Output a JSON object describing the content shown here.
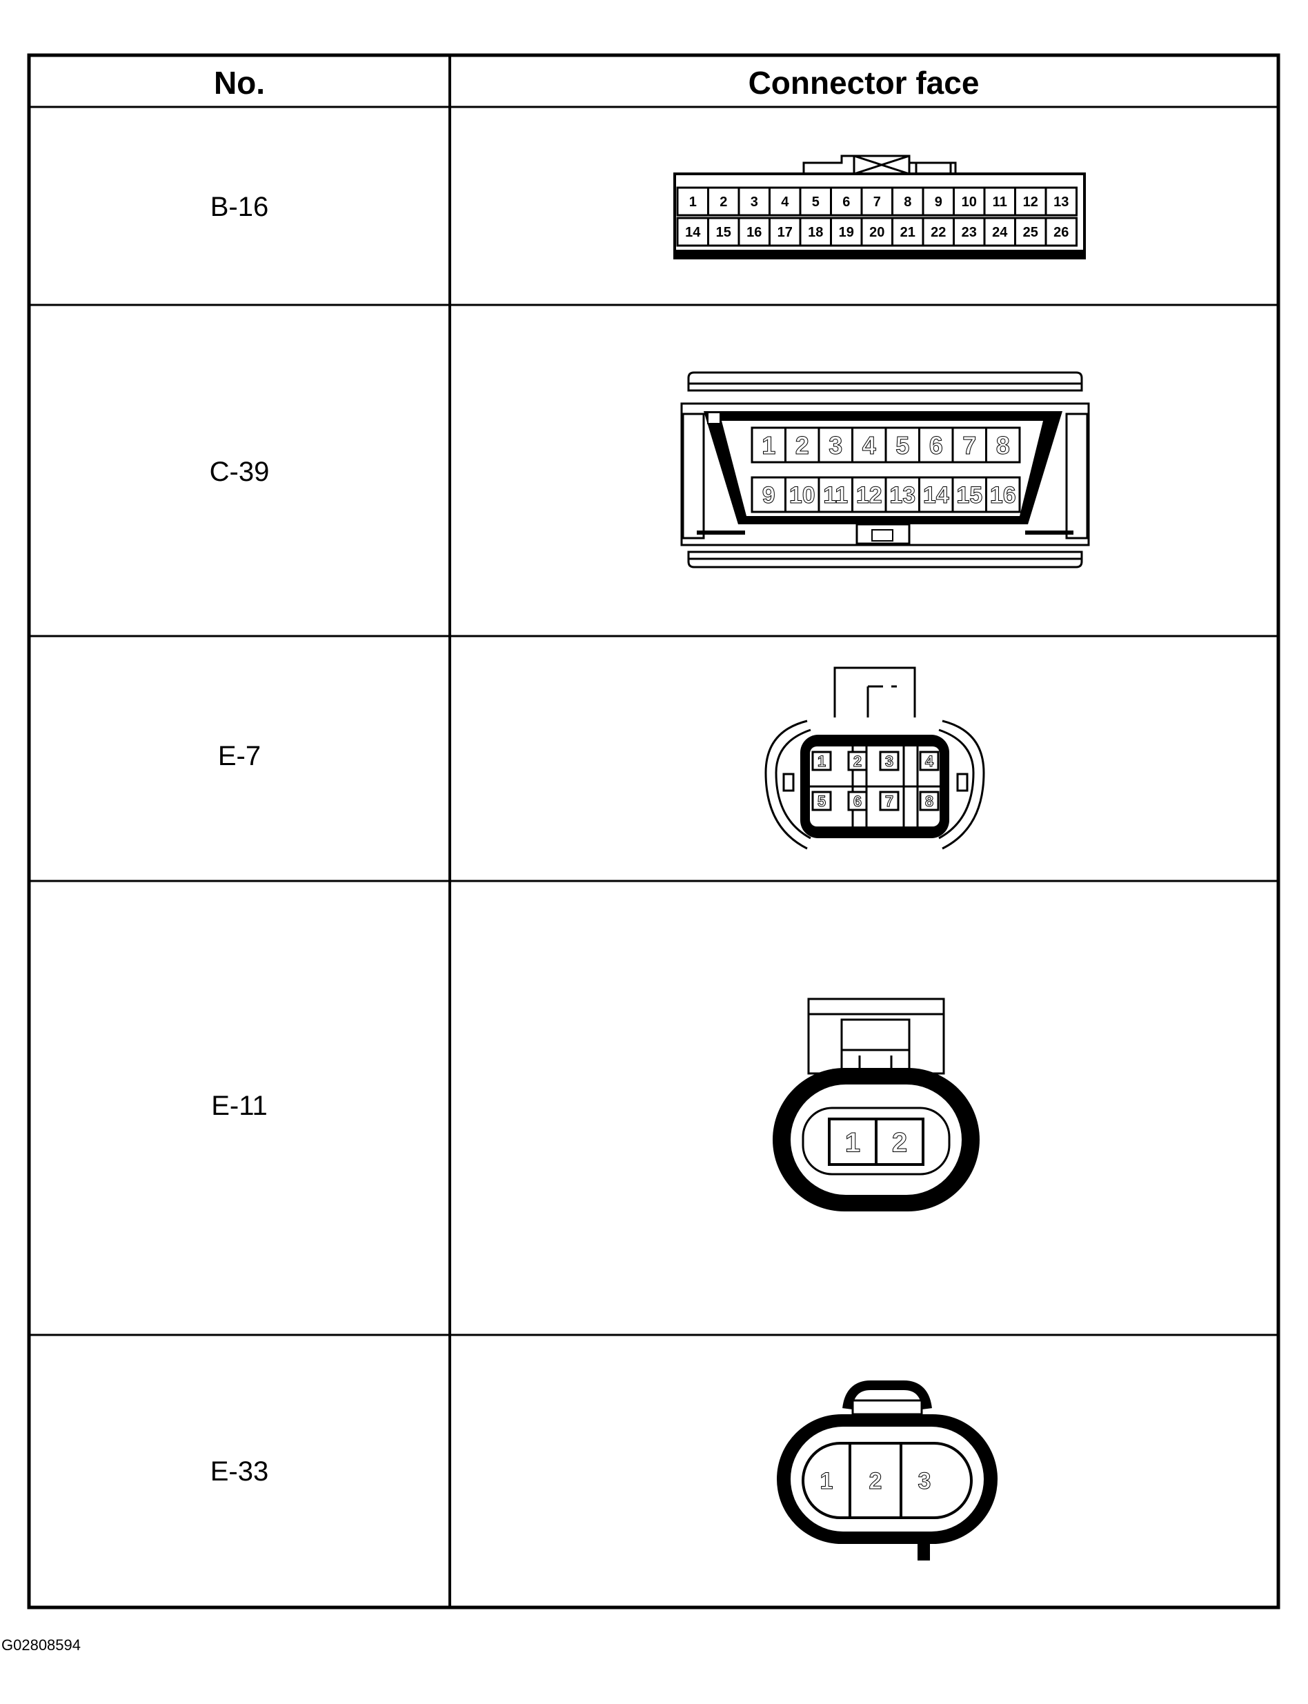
{
  "table": {
    "header_no": "No.",
    "header_face": "Connector face"
  },
  "connectors": {
    "b16": {
      "label": "B-16",
      "pins_top": [
        "1",
        "2",
        "3",
        "4",
        "5",
        "6",
        "7",
        "8",
        "9",
        "10",
        "11",
        "12",
        "13"
      ],
      "pins_bottom": [
        "14",
        "15",
        "16",
        "17",
        "18",
        "19",
        "20",
        "21",
        "22",
        "23",
        "24",
        "25",
        "26"
      ]
    },
    "c39": {
      "label": "C-39",
      "pins_top": [
        "1",
        "2",
        "3",
        "4",
        "5",
        "6",
        "7",
        "8"
      ],
      "pins_bottom": [
        "9",
        "10",
        "11",
        "12",
        "13",
        "14",
        "15",
        "16"
      ]
    },
    "e7": {
      "label": "E-7",
      "pins_top": [
        "1",
        "2",
        "3",
        "4"
      ],
      "pins_bottom": [
        "5",
        "6",
        "7",
        "8"
      ]
    },
    "e11": {
      "label": "E-11",
      "pins": [
        "1",
        "2"
      ]
    },
    "e33": {
      "label": "E-33",
      "pins": [
        "1",
        "2",
        "3"
      ]
    }
  },
  "figure_id": "G02808594"
}
